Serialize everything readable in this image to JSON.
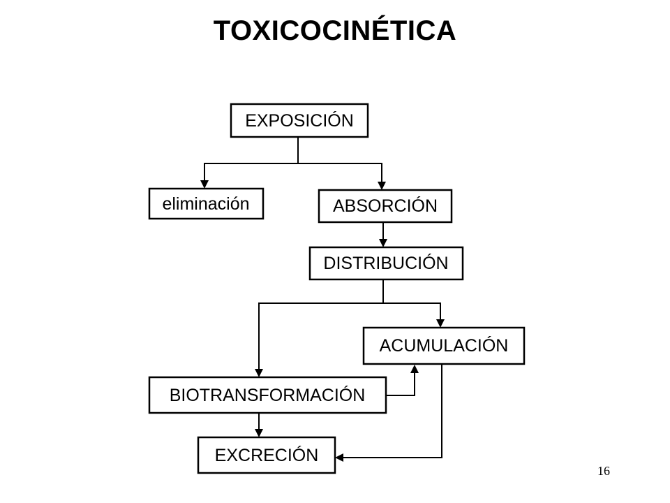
{
  "title": "TOXICOCINÉTICA",
  "page_number": "16",
  "nodes": {
    "exposicion": "EXPOSICIÓN",
    "eliminacion": "eliminación",
    "absorcion": "ABSORCIÓN",
    "distribucion": "DISTRIBUCIÓN",
    "acumulacion": "ACUMULACIÓN",
    "biotransformacion": "BIOTRANSFORMACIÓN",
    "excrecion": "EXCRECIÓN"
  },
  "edges": [
    {
      "from": "exposicion",
      "to": "eliminacion"
    },
    {
      "from": "exposicion",
      "to": "absorcion"
    },
    {
      "from": "absorcion",
      "to": "distribucion"
    },
    {
      "from": "distribucion",
      "to": "acumulacion"
    },
    {
      "from": "distribucion",
      "to": "biotransformacion"
    },
    {
      "from": "biotransformacion",
      "to": "acumulacion"
    },
    {
      "from": "biotransformacion",
      "to": "excrecion"
    },
    {
      "from": "acumulacion",
      "to": "excrecion"
    }
  ]
}
